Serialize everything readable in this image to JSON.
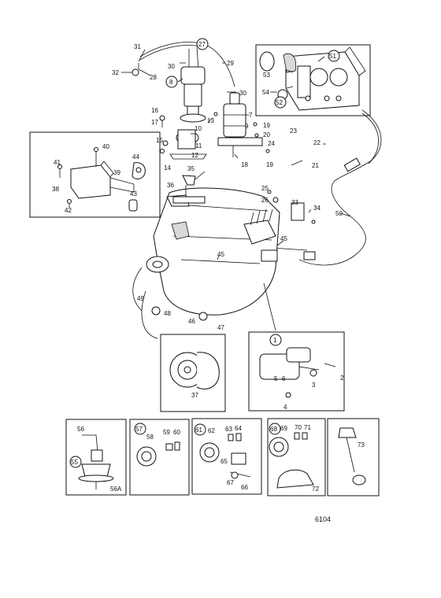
{
  "drawing_number": "6104",
  "callouts": {
    "c1": "1",
    "c2": "2",
    "c3": "3",
    "c4": "4",
    "c5": "5",
    "c6": "6",
    "c7": "7",
    "c8": "8",
    "c9": "9",
    "c10": "10",
    "c11": "11",
    "c12": "12",
    "c13": "13",
    "c14": "14",
    "c15": "15",
    "c16": "16",
    "c17": "17",
    "c18": "18",
    "c19a": "19",
    "c19b": "19",
    "c20": "20",
    "c21": "21",
    "c22": "22",
    "c23": "23",
    "c24": "24",
    "c25": "25",
    "c26": "26",
    "c27": "27",
    "c28": "28",
    "c29": "29",
    "c30a": "30",
    "c30b": "30",
    "c31": "31",
    "c32": "32",
    "c33": "33",
    "c34": "34",
    "c35": "35",
    "c36": "36",
    "c37": "37",
    "c38": "38",
    "c39": "39",
    "c40": "40",
    "c41": "41",
    "c42": "42",
    "c43": "43",
    "c44": "44",
    "c45a": "45",
    "c45b": "45",
    "c46": "46",
    "c47": "47",
    "c48": "48",
    "c49": "49",
    "c50": "50",
    "c51": "51",
    "c52": "52",
    "c53": "53",
    "c54": "54",
    "c55": "55",
    "c56": "56",
    "c56a": "56A",
    "c57": "57",
    "c58": "58",
    "c59": "59",
    "c60": "60",
    "c61": "61",
    "c62": "62",
    "c63": "63",
    "c64": "64",
    "c65": "65",
    "c66": "66",
    "c67": "67",
    "c68": "68",
    "c69": "69",
    "c70": "70",
    "c71": "71",
    "c72": "72",
    "c73": "73"
  }
}
